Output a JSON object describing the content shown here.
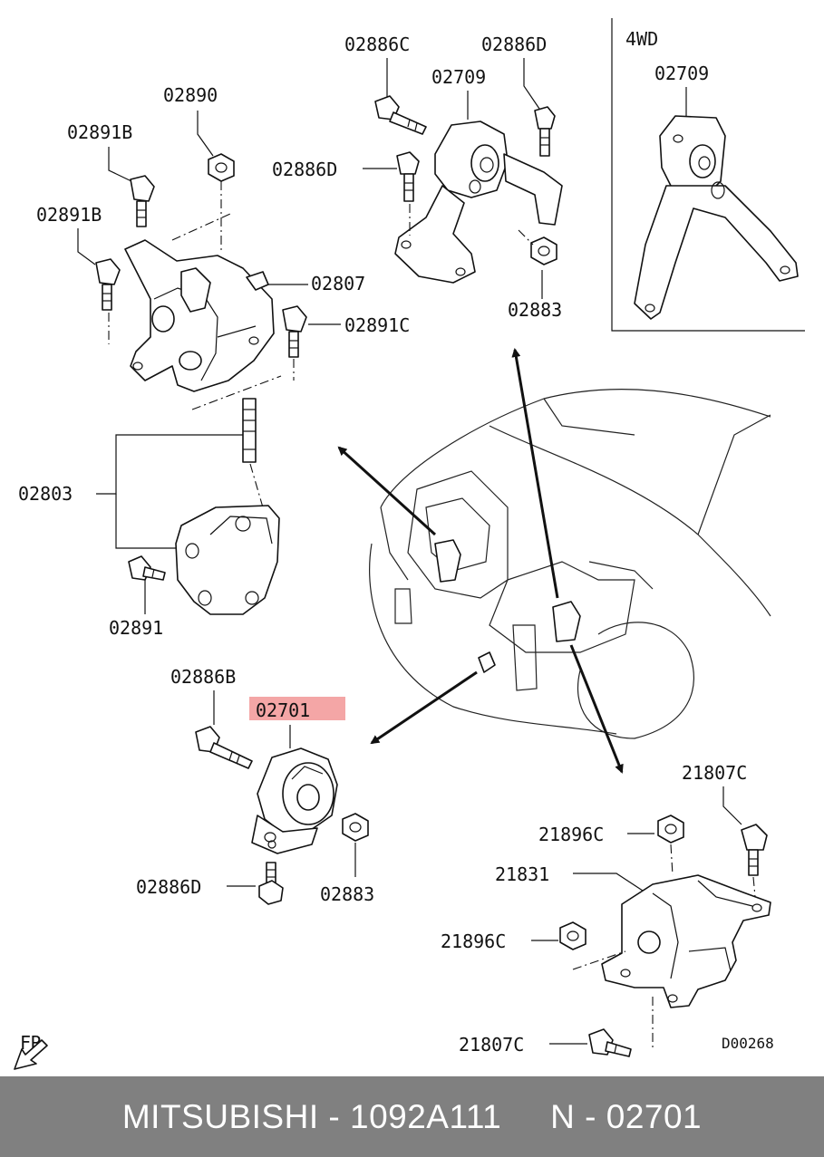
{
  "labels": {
    "p02886c": "02886C",
    "p02886d_top": "02886D",
    "p02709": "02709",
    "p02886d_mid": "02886D",
    "p02883_top": "02883",
    "p02890": "02890",
    "p02891b_a": "02891B",
    "p02891b_b": "02891B",
    "p02807": "02807",
    "p02891c": "02891C",
    "p02803": "02803",
    "p02891": "02891",
    "p02886b": "02886B",
    "p02701": "02701",
    "p02886d_low": "02886D",
    "p02883_low": "02883",
    "p21807c_top": "21807C",
    "p21896c_top": "21896C",
    "p21831": "21831",
    "p21896c_low": "21896C",
    "p21807c_low": "21807C",
    "inset_title": "4WD",
    "inset_part": "02709",
    "fr": "FR",
    "diagram_code": "D00268"
  },
  "highlight_color": "#f4a6a6",
  "footer": {
    "brand": "MITSUBISHI",
    "sep1": " - ",
    "part_number": "1092A111",
    "gap": "     ",
    "position": "N - 02701"
  }
}
